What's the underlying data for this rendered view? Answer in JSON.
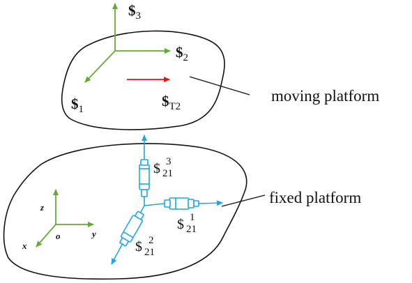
{
  "labels": {
    "moving": "moving platform",
    "fixed": "fixed platform"
  },
  "screws": {
    "moving": {
      "s1": {
        "symbol": "$",
        "sub": "1"
      },
      "s2": {
        "symbol": "$",
        "sub": "2"
      },
      "s3": {
        "symbol": "$",
        "sub": "3"
      },
      "st2": {
        "symbol": "$",
        "sub": "T2"
      }
    },
    "fixed": {
      "symbol": "$",
      "base": "21",
      "sup1": "1",
      "sup2": "2",
      "sup3": "3"
    }
  },
  "axes": {
    "x": "x",
    "y": "y",
    "z": "z",
    "o": "o"
  },
  "colors": {
    "green": "#66aa33",
    "red": "#ee1111",
    "blue": "#1ea7e3",
    "outline": "#111111"
  }
}
